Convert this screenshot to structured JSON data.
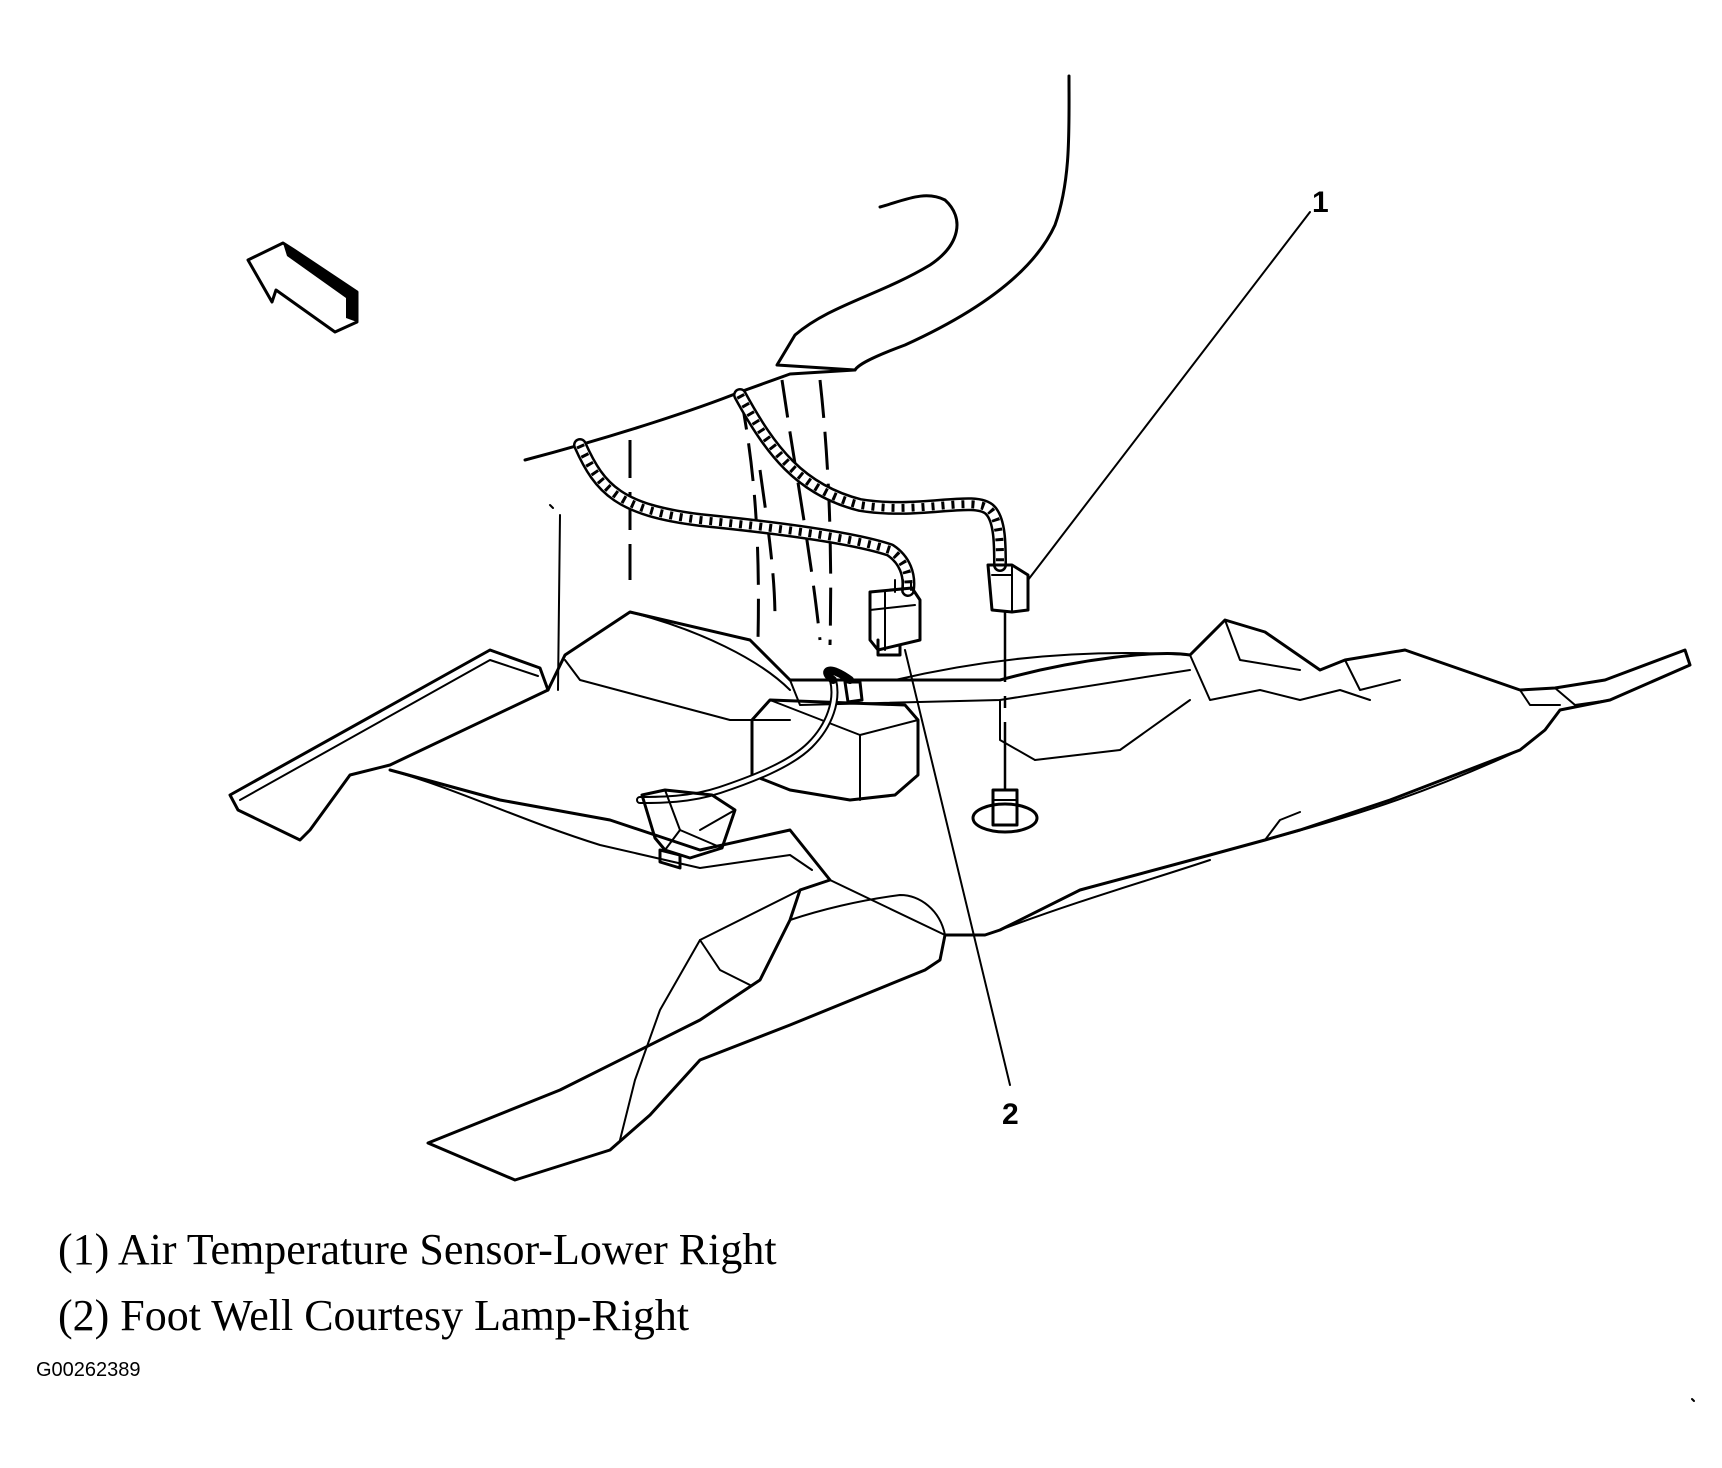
{
  "callouts": [
    {
      "number": "1"
    },
    {
      "number": "2"
    }
  ],
  "legend": [
    {
      "text": "(1) Air Temperature Sensor-Lower Right"
    },
    {
      "text": "(2) Foot Well Courtesy Lamp-Right"
    }
  ],
  "figure_id": "G00262389",
  "colors": {
    "line": "#000000",
    "background": "#ffffff"
  },
  "icons": [
    "front-direction-arrow-icon"
  ]
}
